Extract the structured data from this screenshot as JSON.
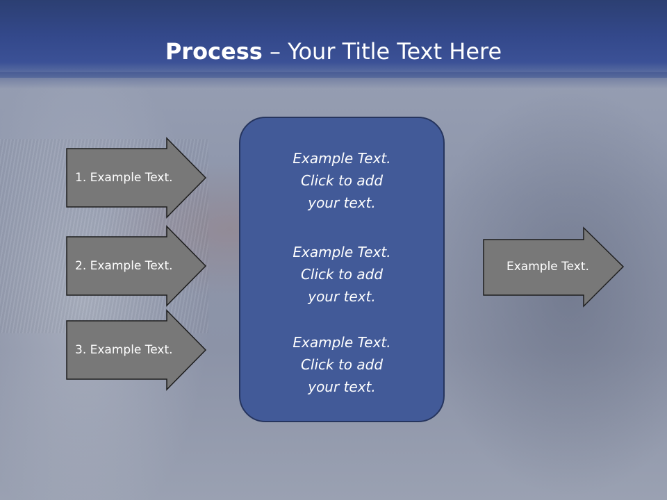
{
  "title": {
    "bold": "Process",
    "separator": " – ",
    "rest": "Your Title Text Here"
  },
  "left_arrows": [
    {
      "label": "1. Example Text."
    },
    {
      "label": "2. Example Text."
    },
    {
      "label": "3. Example Text."
    }
  ],
  "center_box": {
    "blocks": [
      {
        "line1": "Example Text.",
        "line2": "Click  to add",
        "line3": "your text."
      },
      {
        "line1": "Example Text.",
        "line2": "Click  to add",
        "line3": "your text."
      },
      {
        "line1": "Example Text.",
        "line2": "Click  to add",
        "line3": "your text."
      }
    ]
  },
  "right_arrow": {
    "label": "Example Text."
  },
  "colors": {
    "title_bar": "#33488a",
    "arrow_fill": "#787878",
    "box_fill": "#425a98"
  }
}
